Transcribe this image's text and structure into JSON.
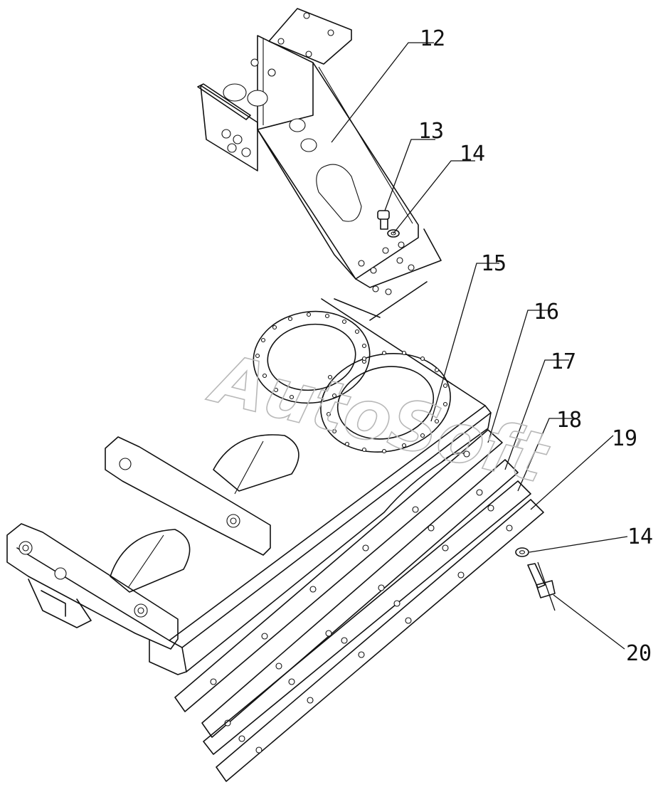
{
  "diagram": {
    "watermark": "AutoSoft",
    "callouts": [
      {
        "id": "c12",
        "label": "12"
      },
      {
        "id": "c13",
        "label": "13"
      },
      {
        "id": "c14a",
        "label": "14"
      },
      {
        "id": "c15",
        "label": "15"
      },
      {
        "id": "c16",
        "label": "16"
      },
      {
        "id": "c17",
        "label": "17"
      },
      {
        "id": "c18",
        "label": "18"
      },
      {
        "id": "c19",
        "label": "19"
      },
      {
        "id": "c14b",
        "label": "14"
      },
      {
        "id": "c20",
        "label": "20"
      }
    ]
  }
}
